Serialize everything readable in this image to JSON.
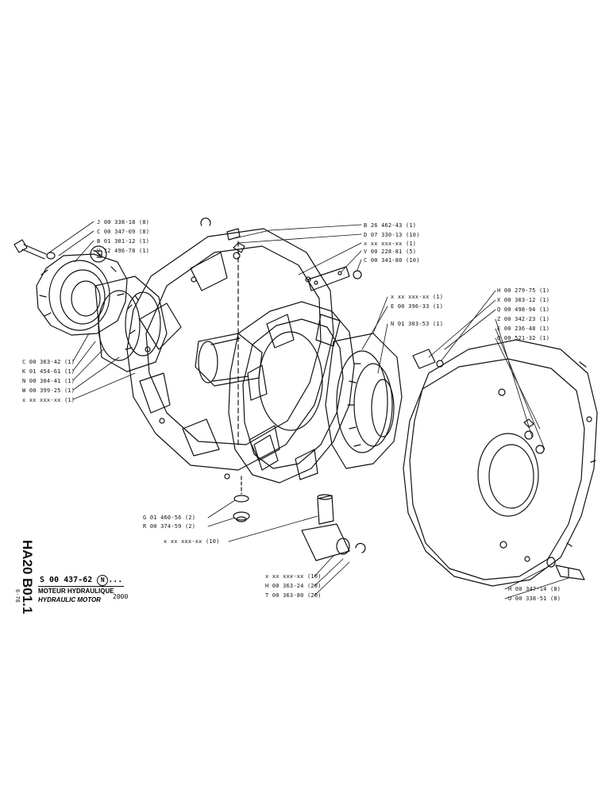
{
  "side_code": "HA20",
  "side_section": "B01.1",
  "side_date": "6-78",
  "reference": {
    "number": "S 00 437-62",
    "flag": "N",
    "suffix": "..."
  },
  "title_fr": "MOTEUR HYDRAULIQUE",
  "title_en": "HYDRAULIC MOTOR",
  "model": "2000",
  "parts": {
    "p1": "J 00 338-18 (8)",
    "p2": "C 00 347-09 (8)",
    "p3": "B 01 301-12 (1)",
    "p4": "V 12 496-78 (1)",
    "p5": "C 00 363-42 (1)",
    "p6": "K 01 454-61 (1)",
    "p7": "N 00 304-41 (1)",
    "p8": "W 00 399-25 (1)",
    "p9": "x xx xxx-xx (1)",
    "p10": "B 26 462-43 (1)",
    "p11": "D 07 330-13 (10)",
    "p12": "x xx xxx-xx (1)",
    "p13": "V 00 228-81 (5)",
    "p14": "C 00 341-80 (10)",
    "p15": "H 00 279-75 (1)",
    "p16": "x xx xxx-xx (1)",
    "p17": "E 00 396-33 (1)",
    "p18": "X 00 303-12 (1)",
    "p19": "Q 00 498-94 (1)",
    "p20": "Z 00 342-23 (1)",
    "p21": "E 00 236-48 (1)",
    "p22": "Q 00 521-32 (1)",
    "p23": "N 01 303-53 (1)",
    "p24": "G 01 460-56 (2)",
    "p25": "R 00 374-59 (2)",
    "p26": "x xx xxx-xx (10)",
    "p27": "x xx xxx-xx (10)",
    "p28": "H 00 363-24 (20)",
    "p29": "T 00 363-80 (20)",
    "p30": "H 00 347-14 (8)",
    "p31": "U 00 338-51 (8)"
  }
}
